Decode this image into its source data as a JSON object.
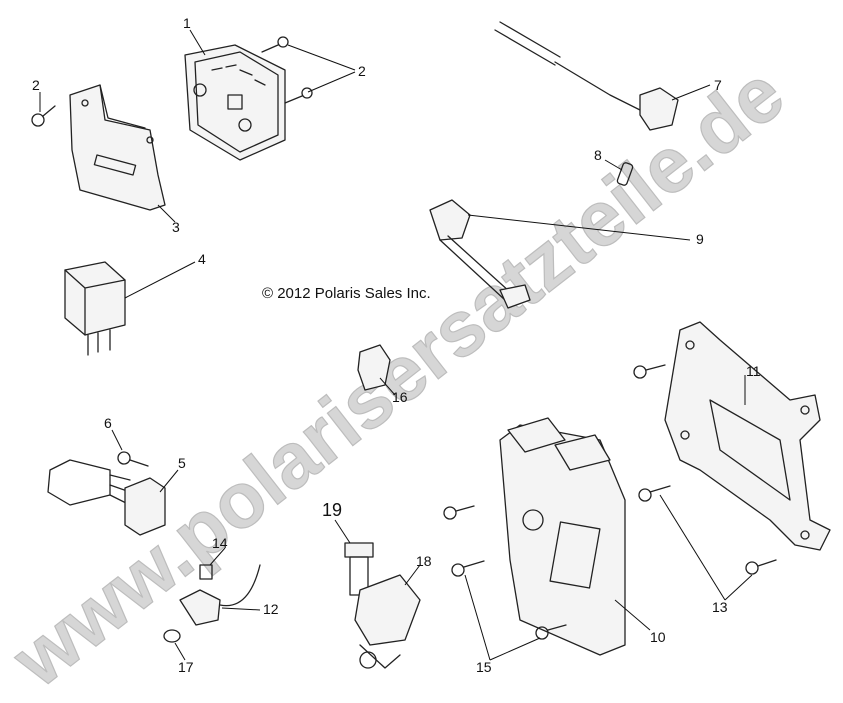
{
  "copyright": "© 2012 Polaris Sales Inc.",
  "watermark": "www.polarisersatzteile.de",
  "callouts": [
    "1",
    "2",
    "2",
    "3",
    "4",
    "5",
    "6",
    "7",
    "8",
    "9",
    "10",
    "11",
    "12",
    "13",
    "14",
    "15",
    "16",
    "17",
    "18",
    "19"
  ],
  "colors": {
    "line": "#222222",
    "watermark": "#d6d6d6"
  }
}
